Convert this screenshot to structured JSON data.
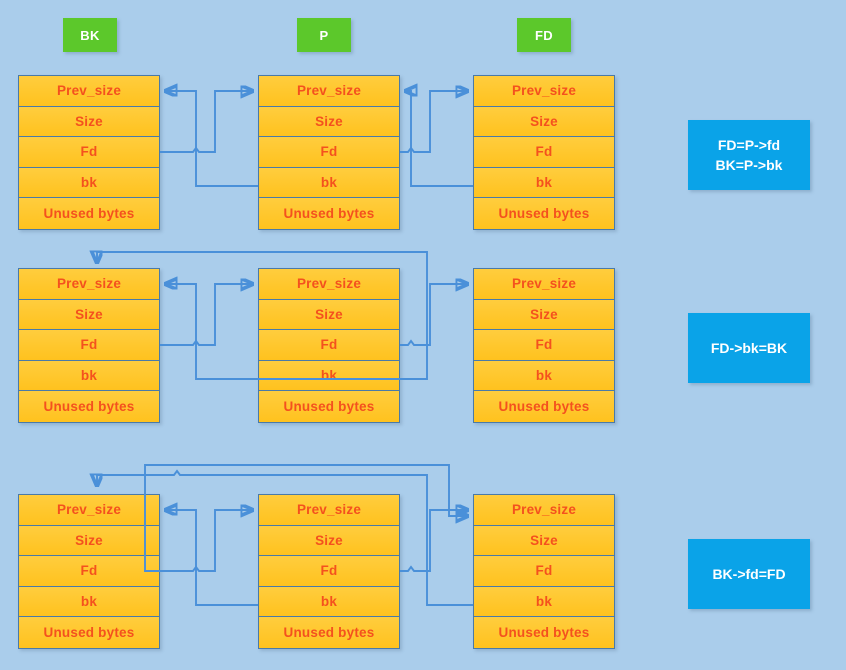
{
  "meta": {
    "background_color": "#aacdeb",
    "chunk_fill": "#ffc423",
    "chunk_border": "#4a7aa8",
    "chunk_text_color": "#f4511e",
    "pointer_label_color": "#5cc82b",
    "note_color": "#0aa3e8",
    "arrow_color": "#4a90d9"
  },
  "pointer_labels": [
    {
      "name": "bk-pointer-label",
      "text": "BK"
    },
    {
      "name": "p-pointer-label",
      "text": "P"
    },
    {
      "name": "fd-pointer-label",
      "text": "FD"
    }
  ],
  "chunk_fields": [
    "Prev_size",
    "Size",
    "Fd",
    "bk",
    "Unused bytes"
  ],
  "rows": [
    {
      "id": "row-1",
      "note": {
        "lines": [
          "FD=P->fd",
          "BK=P->bk"
        ]
      },
      "chunks": [
        {
          "label": "BK",
          "fields": [
            "Prev_size",
            "Size",
            "Fd",
            "bk",
            "Unused bytes"
          ]
        },
        {
          "label": "P",
          "fields": [
            "Prev_size",
            "Size",
            "Fd",
            "bk",
            "Unused bytes"
          ]
        },
        {
          "label": "FD",
          "fields": [
            "Prev_size",
            "Size",
            "Fd",
            "bk",
            "Unused bytes"
          ]
        }
      ]
    },
    {
      "id": "row-2",
      "note": {
        "lines": [
          "FD->bk=BK"
        ]
      },
      "chunks": [
        {
          "label": "BK",
          "fields": [
            "Prev_size",
            "Size",
            "Fd",
            "bk",
            "Unused bytes"
          ]
        },
        {
          "label": "P",
          "fields": [
            "Prev_size",
            "Size",
            "Fd",
            "bk",
            "Unused bytes"
          ]
        },
        {
          "label": "FD",
          "fields": [
            "Prev_size",
            "Size",
            "Fd",
            "bk",
            "Unused bytes"
          ]
        }
      ]
    },
    {
      "id": "row-3",
      "note": {
        "lines": [
          "BK->fd=FD"
        ]
      },
      "chunks": [
        {
          "label": "BK",
          "fields": [
            "Prev_size",
            "Size",
            "Fd",
            "bk",
            "Unused bytes"
          ]
        },
        {
          "label": "P",
          "fields": [
            "Prev_size",
            "Size",
            "Fd",
            "bk",
            "Unused bytes"
          ]
        },
        {
          "label": "FD",
          "fields": [
            "Prev_size",
            "Size",
            "Fd",
            "bk",
            "Unused bytes"
          ]
        }
      ]
    }
  ]
}
